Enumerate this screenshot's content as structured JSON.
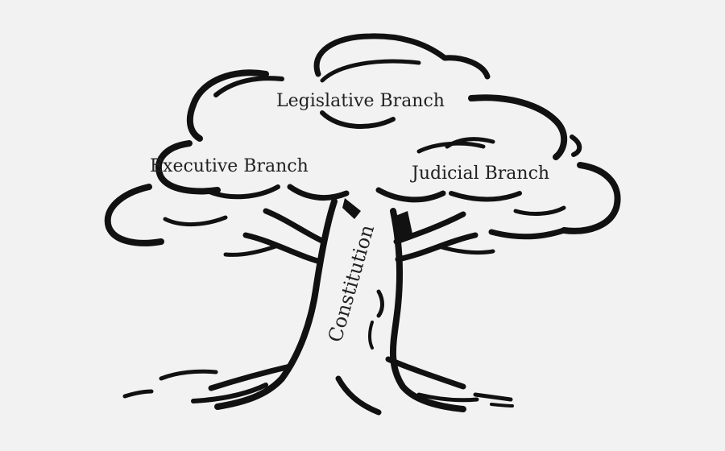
{
  "diagram": {
    "branches": {
      "legislative": "Legislative Branch",
      "executive": "Executive Branch",
      "judicial": "Judicial Branch"
    },
    "trunk": "Constitution"
  },
  "colors": {
    "ink": "#111111",
    "background": "#f2f2f2",
    "text": "#222222"
  },
  "icons": {
    "illustration": "tree-icon"
  }
}
